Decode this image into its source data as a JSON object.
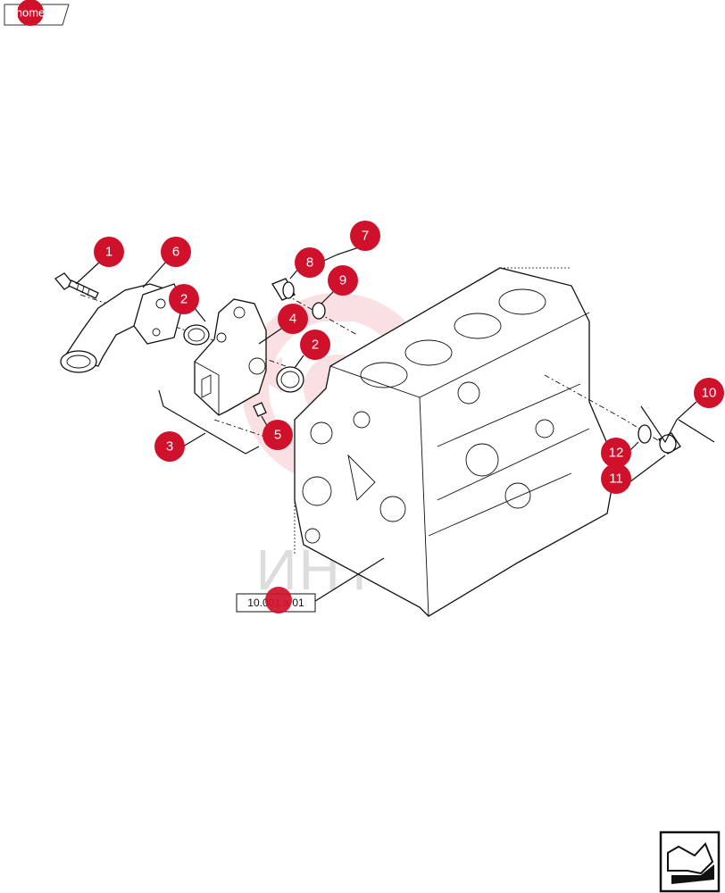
{
  "nav": {
    "home_label": "home"
  },
  "diagram": {
    "colors": {
      "callout": "#d0112b",
      "watermark_logo": "#f6c8cc",
      "watermark_text": "#dddddd",
      "line": "#111111"
    },
    "watermark_text": "ИНТЕХ",
    "reference_label": "10.001.a 01",
    "callouts": [
      "1",
      "6",
      "2",
      "4",
      "2",
      "8",
      "7",
      "9",
      "5",
      "3",
      "10",
      "12",
      "11"
    ]
  },
  "corner_icon": "page-turn-arrow-icon"
}
